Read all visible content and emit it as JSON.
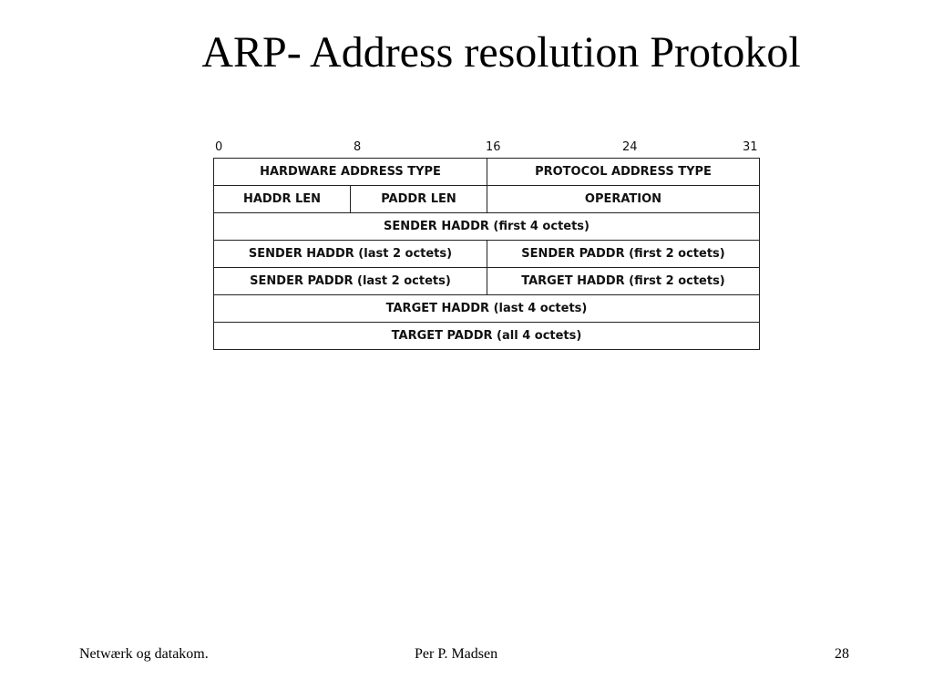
{
  "slide": {
    "title": "ARP- Address resolution Protokol"
  },
  "diagram": {
    "bit_labels": [
      "0",
      "8",
      "16",
      "24",
      "31"
    ],
    "rows": [
      [
        {
          "text": "HARDWARE ADDRESS TYPE",
          "bits": 16
        },
        {
          "text": "PROTOCOL ADDRESS TYPE",
          "bits": 16
        }
      ],
      [
        {
          "text": "HADDR LEN",
          "bits": 8
        },
        {
          "text": "PADDR LEN",
          "bits": 8
        },
        {
          "text": "OPERATION",
          "bits": 16
        }
      ],
      [
        {
          "text": "SENDER HADDR (first 4 octets)",
          "bits": 32
        }
      ],
      [
        {
          "text": "SENDER HADDR (last 2 octets)",
          "bits": 16
        },
        {
          "text": "SENDER PADDR (first 2 octets)",
          "bits": 16
        }
      ],
      [
        {
          "text": "SENDER PADDR (last 2 octets)",
          "bits": 16
        },
        {
          "text": "TARGET HADDR (first 2 octets)",
          "bits": 16
        }
      ],
      [
        {
          "text": "TARGET HADDR (last 4 octets)",
          "bits": 32
        }
      ],
      [
        {
          "text": "TARGET PADDR (all 4 octets)",
          "bits": 32
        }
      ]
    ]
  },
  "footer": {
    "left": "Netwærk og datakom.",
    "center": "Per P. Madsen",
    "right": "28"
  }
}
